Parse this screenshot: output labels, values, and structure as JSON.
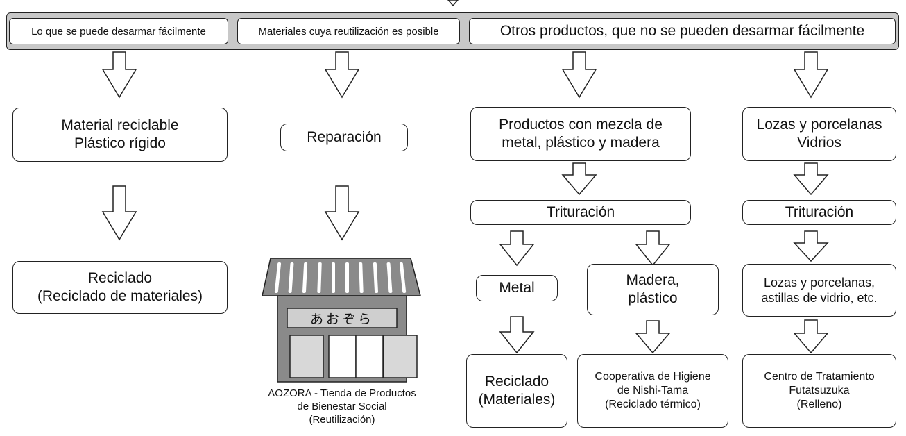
{
  "categories": [
    "Lo que se puede desarmar fácilmente",
    "Materiales cuya reutilización es posible",
    "Otros productos, que no se pueden desarmar fácilmente"
  ],
  "col1": {
    "material": "Material reciclable\nPlástico rígido",
    "result": "Reciclado\n(Reciclado de materiales)"
  },
  "col2": {
    "repair": "Reparación",
    "shop_sign": "あおぞら",
    "shop_caption": "AOZORA - Tienda de Productos\nde Bienestar Social\n(Reutilización)"
  },
  "col3": {
    "products": "Productos con mezcla de\nmetal, plástico y madera",
    "crushing": "Trituración",
    "metal": "Metal",
    "metal_result": "Reciclado\n(Materiales)",
    "wood": "Madera,\nplástico",
    "wood_result": "Cooperativa de Higiene\nde Nishi-Tama\n(Reciclado térmico)"
  },
  "col4": {
    "ceramics": "Lozas y porcelanas\nVidrios",
    "crushing": "Trituración",
    "chips": "Lozas y porcelanas,\nastillas de vidrio, etc.",
    "result": "Centro de Tratamiento\nFutatsuzuka\n(Relleno)"
  }
}
